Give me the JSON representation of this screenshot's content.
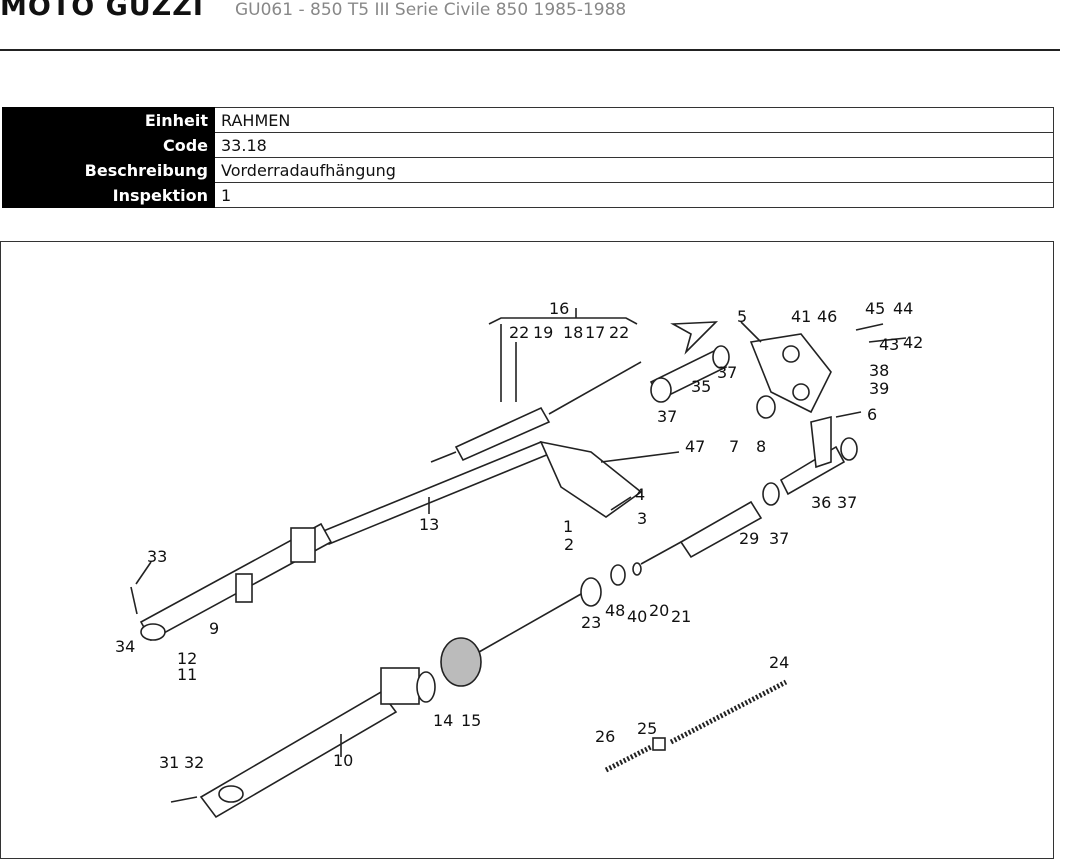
{
  "header": {
    "brand": "MOTO GUZZI",
    "model": "GU061 - 850 T5 III Serie Civile 850 1985-1988"
  },
  "info_table": [
    {
      "key": "Einheit",
      "value": "RAHMEN"
    },
    {
      "key": "Code",
      "value": "33.18"
    },
    {
      "key": "Beschreibung",
      "value": "Vorderradaufhängung"
    },
    {
      "key": "Inspektion",
      "value": "1"
    }
  ],
  "diagram": {
    "callouts": [
      "16",
      "22",
      "19",
      "18",
      "17",
      "22",
      "5",
      "41",
      "46",
      "45",
      "44",
      "43",
      "42",
      "38",
      "39",
      "6",
      "35",
      "37",
      "37",
      "47",
      "7",
      "8",
      "36",
      "37",
      "4",
      "3",
      "1",
      "2",
      "29",
      "37",
      "13",
      "33",
      "9",
      "34",
      "12",
      "11",
      "23",
      "48",
      "40",
      "20",
      "21",
      "24",
      "14",
      "15",
      "25",
      "26",
      "31",
      "32",
      "10"
    ]
  }
}
